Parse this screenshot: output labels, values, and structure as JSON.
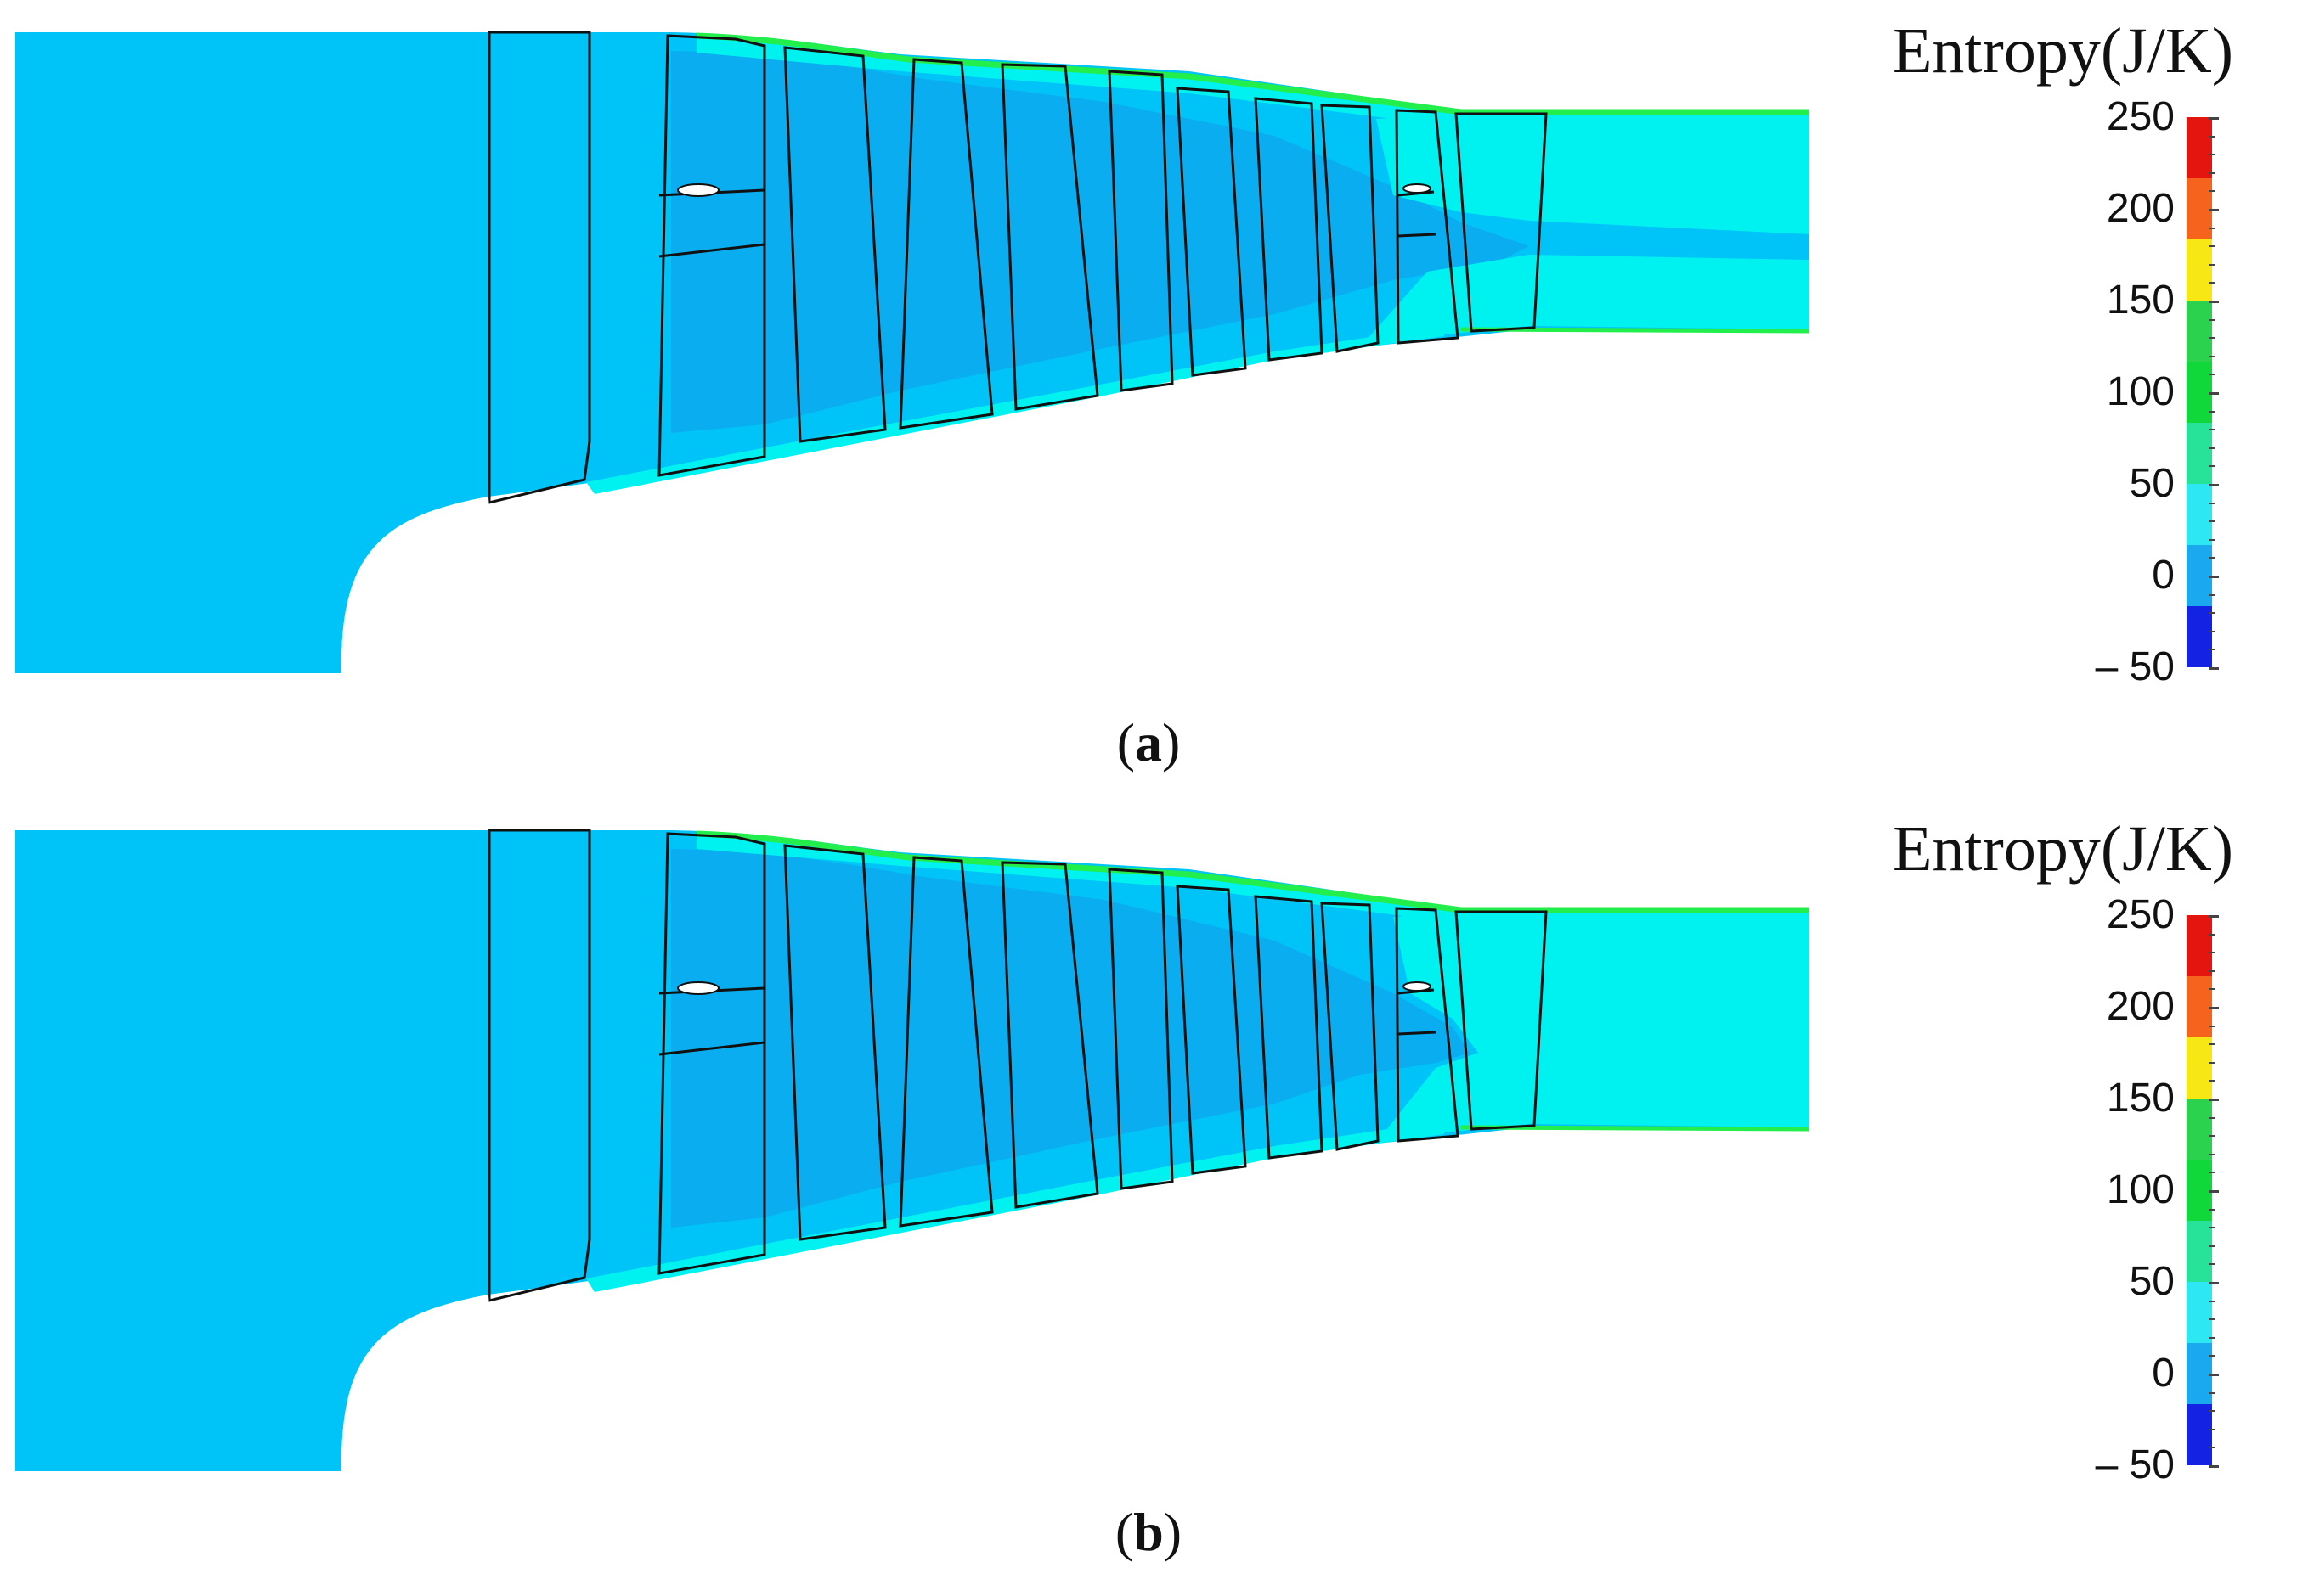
{
  "colors": {
    "background": "#ffffff",
    "flow_main": "#00c3f7",
    "flow_wake": "#0aadf0",
    "flow_cyan": "#00f2f0",
    "flow_green": "#22ee4c",
    "outline": "#111111"
  },
  "panels": [
    {
      "id": "a",
      "caption_open": "(",
      "caption_letter": "a",
      "caption_close": ")",
      "legend": {
        "title": "Entropy(J/K)",
        "tick_labels": [
          "250",
          "200",
          "150",
          "100",
          "50",
          "0",
          "– 50"
        ],
        "bands": [
          "#e3150e",
          "#f5631d",
          "#f7e814",
          "#2ad24e",
          "#11d83a",
          "#27e39a",
          "#2de7f3",
          "#1aa8ef",
          "#1423e3"
        ]
      }
    },
    {
      "id": "b",
      "caption_open": "(",
      "caption_letter": "b",
      "caption_close": ")",
      "legend": {
        "title": "Entropy(J/K)",
        "tick_labels": [
          "250",
          "200",
          "150",
          "100",
          "50",
          "0",
          "– 50"
        ],
        "bands": [
          "#e3150e",
          "#f5631d",
          "#f7e814",
          "#2ad24e",
          "#11d83a",
          "#27e39a",
          "#2de7f3",
          "#1aa8ef",
          "#1423e3"
        ]
      }
    }
  ]
}
